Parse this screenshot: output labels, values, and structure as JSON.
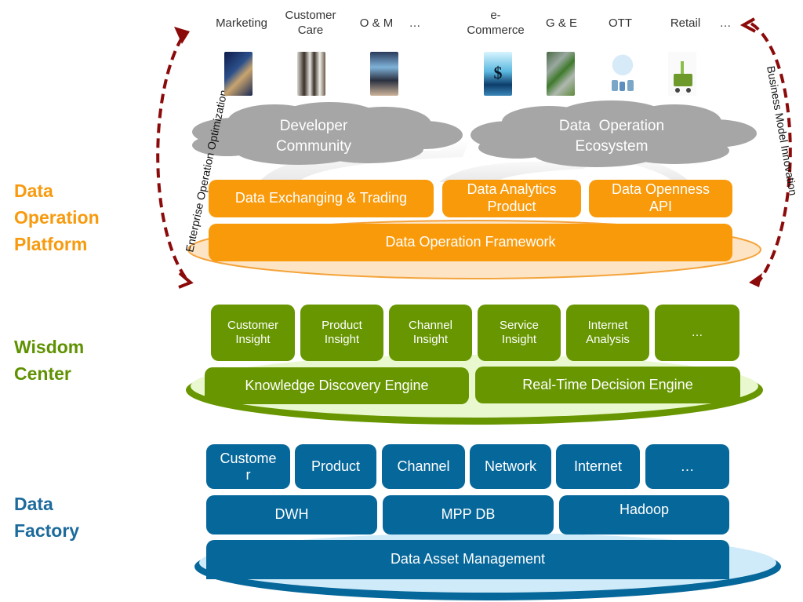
{
  "colors": {
    "platform": "#F79A0E",
    "wisdom": "#5F9200",
    "factory": "#1C6B9C",
    "arrow": "#8B0A0A",
    "cloud": "#A6A6A6"
  },
  "layer_titles": {
    "platform": [
      "Data",
      "Operation",
      "Platform"
    ],
    "wisdom": [
      "Wisdom",
      "Center"
    ],
    "factory": [
      "Data",
      "Factory"
    ]
  },
  "industries": [
    {
      "label": "Marketing",
      "icon": "marketing-image-icon"
    },
    {
      "label": "Customer Care",
      "icon": "customer-care-image-icon"
    },
    {
      "label": "O & M",
      "icon": "o-and-m-image-icon"
    },
    {
      "label": "…",
      "icon": null
    },
    {
      "label": "e-Commerce",
      "icon": "ecommerce-dollar-image-icon"
    },
    {
      "label": "G & E",
      "icon": "highway-image-icon"
    },
    {
      "label": "OTT",
      "icon": "devices-image-icon"
    },
    {
      "label": "Retail",
      "icon": "shopping-cart-image-icon"
    },
    {
      "label": "…",
      "icon": null
    }
  ],
  "industry_lines": {
    "marketing": "Marketing",
    "customer_care_1": "Customer",
    "customer_care_2": "Care",
    "om": "O & M",
    "ellipsis_left": "…",
    "ecommerce_1": "e-",
    "ecommerce_2": "Commerce",
    "ge": "G & E",
    "ott": "OTT",
    "retail": "Retail",
    "ellipsis_right": "…"
  },
  "clouds": {
    "developer_1": "Developer",
    "developer_2": "Community",
    "ecosystem_1": "Data  Operation",
    "ecosystem_2": "Ecosystem"
  },
  "side_arrows": {
    "left": "Enterprise Operation Optimization",
    "right": "Business Model Innovation"
  },
  "platform": {
    "top_row": [
      {
        "line1": "Data Exchanging & Trading",
        "line2": ""
      },
      {
        "line1": "Data Analytics",
        "line2": "Product"
      },
      {
        "line1": "Data Openness",
        "line2": "API"
      }
    ],
    "base": "Data Operation Framework"
  },
  "wisdom": {
    "insights": [
      {
        "line1": "Customer",
        "line2": "Insight"
      },
      {
        "line1": "Product",
        "line2": "Insight"
      },
      {
        "line1": "Channel",
        "line2": "Insight"
      },
      {
        "line1": "Service",
        "line2": "Insight"
      },
      {
        "line1": "Internet",
        "line2": "Analysis"
      },
      {
        "line1": "…",
        "line2": ""
      }
    ],
    "engines": [
      "Knowledge Discovery Engine",
      "Real-Time Decision Engine"
    ]
  },
  "factory": {
    "domains": [
      {
        "line1": "Custome",
        "line2": "r"
      },
      {
        "line1": "Product",
        "line2": ""
      },
      {
        "line1": "Channel",
        "line2": ""
      },
      {
        "line1": "Network",
        "line2": ""
      },
      {
        "line1": "Internet",
        "line2": ""
      },
      {
        "line1": "…",
        "line2": ""
      }
    ],
    "stores": [
      "DWH",
      "MPP DB",
      "Hadoop"
    ],
    "base": "Data Asset Management"
  }
}
